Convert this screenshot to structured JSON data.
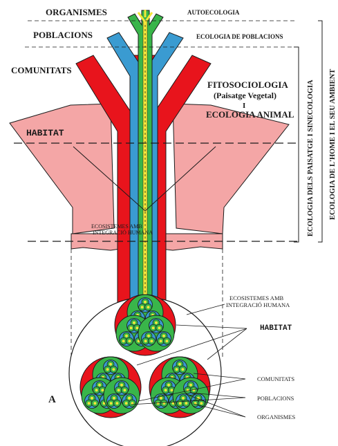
{
  "colors": {
    "red": "#e8141c",
    "blue": "#3a9bd1",
    "green": "#39b54a",
    "yellow": "#f4e73a",
    "pink": "#f4a6a6",
    "outline": "#1a1a1a"
  },
  "labels": {
    "organismes": "ORGANISMES",
    "autoecologia": "AUTOECOLOGIA",
    "poblacions": "POBLACIONS",
    "ecologia_poblacions": "ECOLOGIA DE POBLACIONS",
    "comunitats": "COMUNITATS",
    "fitosociologia": "FITOSOCIOLOGIA",
    "paisatge_vegetal": "(Paisatge Vegetal)",
    "i": "I",
    "ecologia_animal": "ECOLOGIA ANIMAL",
    "habitat": "HABITAT",
    "ecosistemes_1": "ECOSISTEMES AMB",
    "ecosistemes_2": "INTEGRACIÓ HUMANA",
    "right_paisatge": "ECOLOGIA DELS PAISATGE I SINECOLOGIA",
    "right_home": "ECOLOGIA DE L'HOME I EL SEU AMBIENT",
    "circle_ecosistemes_1": "ECOSISTEMES AMB",
    "circle_ecosistemes_2": "INTEGRACIÓ HUMANA",
    "circle_habitat": "HABITAT",
    "circle_comunitats": "COMUNITATS",
    "circle_poblacions": "POBLACIONS",
    "circle_organismes": "ORGANISMES",
    "figure_letter": "A"
  }
}
